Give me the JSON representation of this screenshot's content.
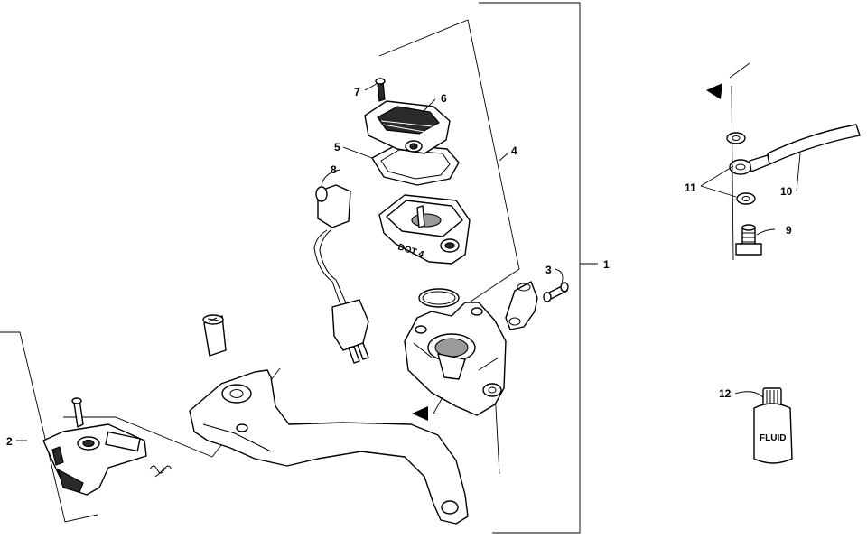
{
  "diagram": {
    "callouts": {
      "c1": "1",
      "c2": "2",
      "c3": "3",
      "c4": "4",
      "c5": "5",
      "c6": "6",
      "c7": "7",
      "c8": "8",
      "c9": "9",
      "c10": "10",
      "c11": "11",
      "c12": "12"
    },
    "bottle_label": "FLUID",
    "reservoir_label": "DOT 4"
  }
}
